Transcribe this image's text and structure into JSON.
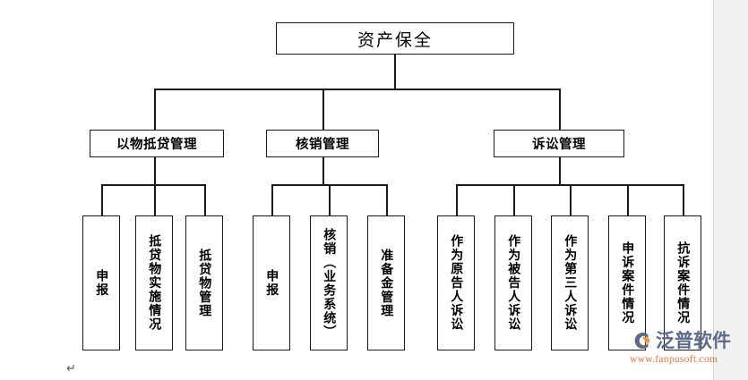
{
  "diagram": {
    "type": "org-chart",
    "orientation": "top-down",
    "root": {
      "label": "资产保全"
    },
    "level2": [
      {
        "label": "以物抵贷管理"
      },
      {
        "label": "核销管理"
      },
      {
        "label": "诉讼管理"
      }
    ],
    "leaves": {
      "group1": [
        {
          "label": "申报"
        },
        {
          "label": "抵贷物实施情况"
        },
        {
          "label": "抵贷物管理"
        }
      ],
      "group2": [
        {
          "label": "申报"
        },
        {
          "label": "核销（业务系统）"
        },
        {
          "label": "准备金管理"
        }
      ],
      "group3": [
        {
          "label": "作为原告人诉讼"
        },
        {
          "label": "作为被告人诉讼"
        },
        {
          "label": "作为第三人诉讼"
        },
        {
          "label": "申诉案件情况"
        },
        {
          "label": "抗诉案件情况"
        }
      ]
    }
  },
  "marks": {
    "paragraph_mark": "↵"
  },
  "watermark": {
    "brand": "泛普软件",
    "url": "www.fanpusoft.com",
    "brand_color": "#5d6b88",
    "url_color": "#e8733a",
    "accent_color": "#e8933a"
  },
  "colors": {
    "background": "#ffffff",
    "line": "#1a1a1a",
    "box_border": "#1a1a1a",
    "page_margin": "#f1f1f1"
  }
}
